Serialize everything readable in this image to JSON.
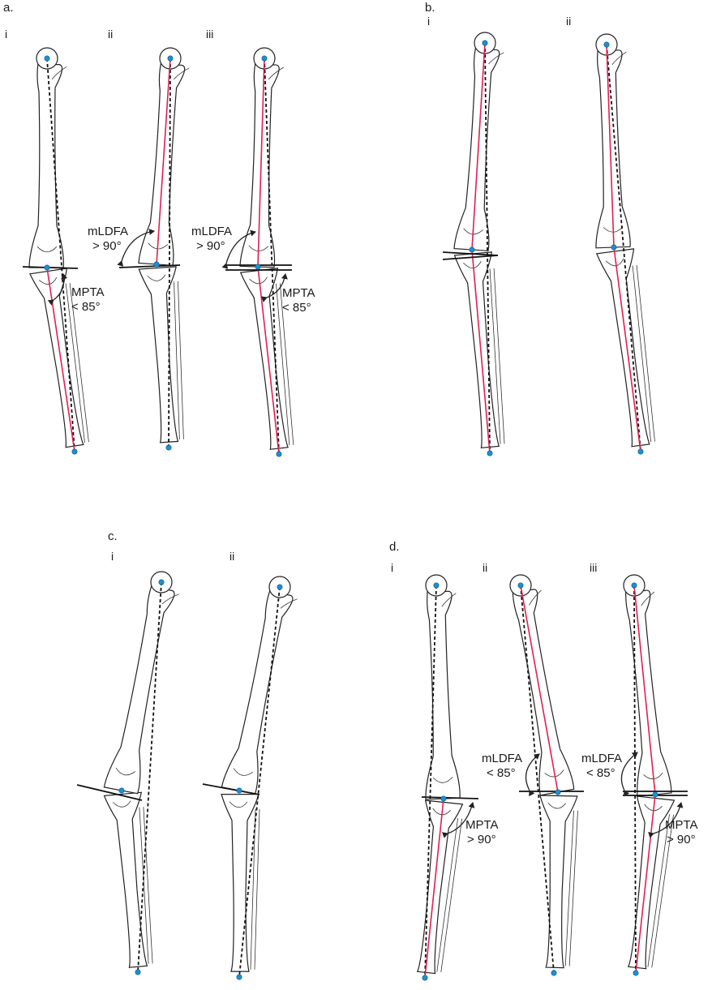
{
  "colors": {
    "mechanical_axis_marker": "#1e8fd0",
    "anatomic_axis_red": "#e02050",
    "line_black": "#111111"
  },
  "panels": [
    {
      "letter": "a.",
      "legs": [
        {
          "label": "i",
          "angles": [
            {
              "text": "MPTA",
              "sub": "< 85°"
            }
          ]
        },
        {
          "label": "ii",
          "angles": [
            {
              "text": "mLDFA",
              "sub": "> 90°"
            }
          ]
        },
        {
          "label": "iii",
          "angles": [
            {
              "text": "mLDFA",
              "sub": "> 90°"
            },
            {
              "text": "MPTA",
              "sub": "< 85°"
            }
          ]
        }
      ]
    },
    {
      "letter": "b.",
      "legs": [
        {
          "label": "i",
          "angles": []
        },
        {
          "label": "ii",
          "angles": []
        }
      ]
    },
    {
      "letter": "c.",
      "legs": [
        {
          "label": "i",
          "angles": []
        },
        {
          "label": "ii",
          "angles": []
        }
      ]
    },
    {
      "letter": "d.",
      "legs": [
        {
          "label": "i",
          "angles": [
            {
              "text": "MPTA",
              "sub": "> 90°"
            }
          ]
        },
        {
          "label": "ii",
          "angles": [
            {
              "text": "mLDFA",
              "sub": "< 85°"
            }
          ]
        },
        {
          "label": "iii",
          "angles": [
            {
              "text": "mLDFA",
              "sub": "< 85°"
            },
            {
              "text": "MPTA",
              "sub": "> 90°"
            }
          ]
        }
      ]
    }
  ]
}
